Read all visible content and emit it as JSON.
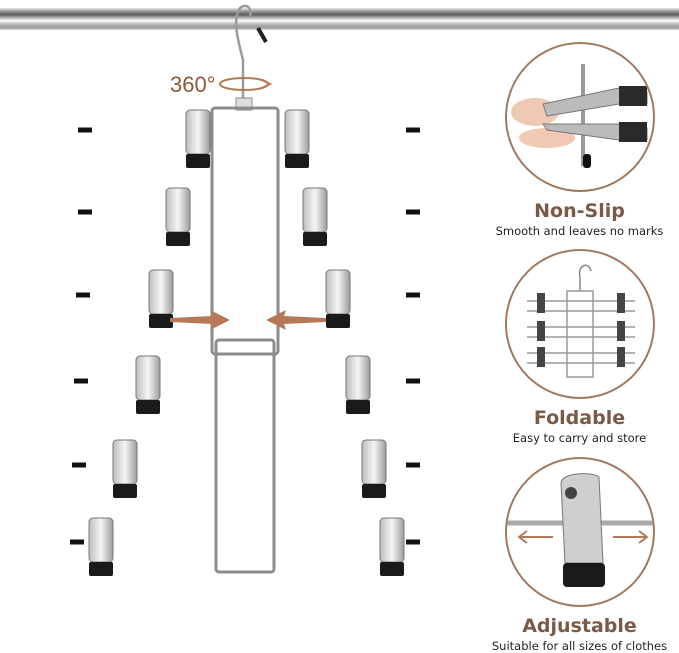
{
  "image": {
    "rotation_label": "360°",
    "accent_color": "#7a5a46",
    "arrow_color": "#b57a55"
  },
  "features": [
    {
      "title": "Non-Slip",
      "subtitle": "Smooth and leaves no marks",
      "icon": "clip-pinch-icon"
    },
    {
      "title": "Foldable",
      "subtitle": "Easy to carry and store",
      "icon": "folded-hanger-icon"
    },
    {
      "title": "Adjustable",
      "subtitle": "Suitable for all sizes of clothes",
      "icon": "sliding-clip-icon"
    }
  ]
}
